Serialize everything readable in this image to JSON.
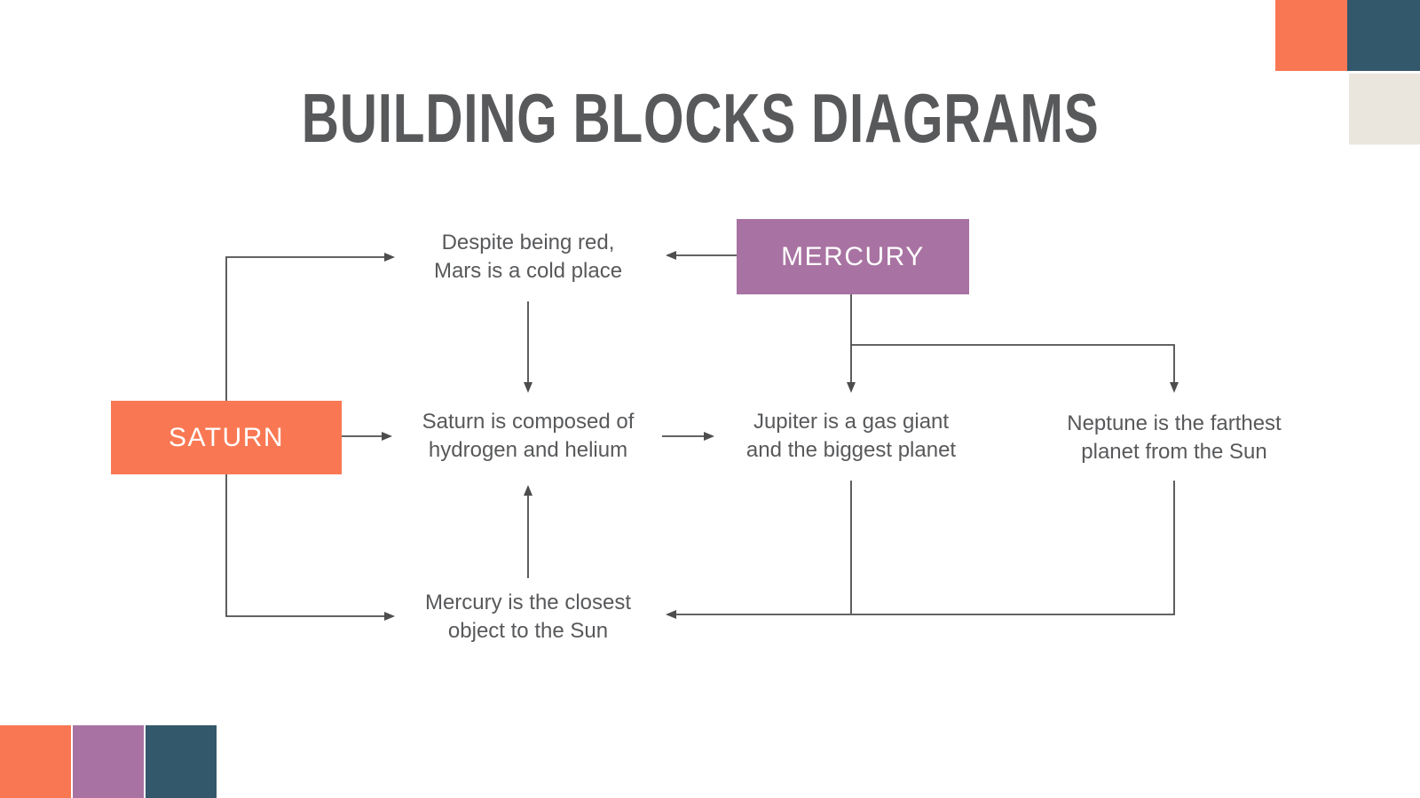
{
  "title": "BUILDING BLOCKS DIAGRAMS",
  "palette": {
    "orange": "#F97853",
    "purple": "#A873A2",
    "teal": "#33586B",
    "beige": "#EAE6DD",
    "line": "#4D4D4D",
    "text": "#58595B"
  },
  "blocks": {
    "mercury": {
      "label": "MERCURY"
    },
    "saturn": {
      "label": "SATURN"
    }
  },
  "nodes": {
    "mars": {
      "text": "Despite being red,\nMars is a cold place"
    },
    "saturn_fact": {
      "text": "Saturn is composed of\nhydrogen and helium"
    },
    "jupiter": {
      "text": "Jupiter is a gas giant\nand the biggest planet"
    },
    "neptune": {
      "text": "Neptune is the farthest\nplanet from the Sun"
    },
    "mercury_fact": {
      "text": "Mercury is the closest\nobject to the Sun"
    }
  }
}
